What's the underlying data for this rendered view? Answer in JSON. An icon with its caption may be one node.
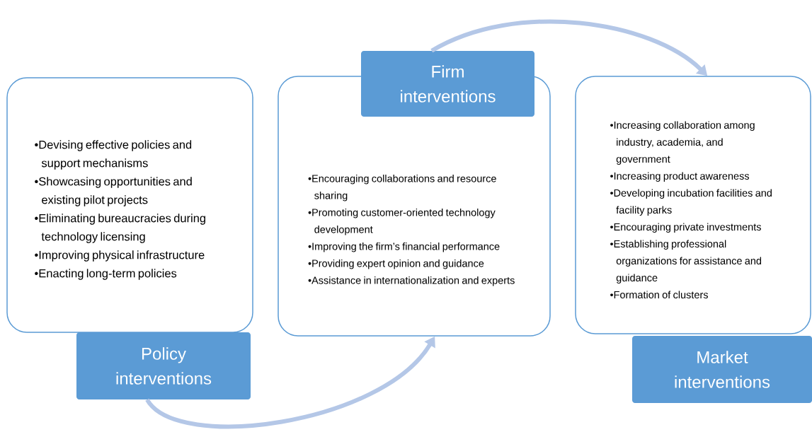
{
  "diagram": {
    "nodes": [
      {
        "text": [
          "•Devising effective policies and support mechanisms",
          "•Showcasing opportunities and existing pilot projects",
          "•Eliminating bureaucracies during technology licensing",
          "•Improving physical infrastructure",
          "•Enacting long-term policies"
        ]
      },
      {
        "text": [
          "Policy interventions"
        ]
      },
      {
        "text": [
          "•Encouraging collaborations and resource sharing",
          "•Promoting customer-oriented technology development",
          "•Improving the firm’s financial performance",
          "•Providing expert opinion and guidance",
          "•Assistance in internationalization and experts"
        ]
      },
      {
        "text": [
          "Firm interventions"
        ]
      },
      {
        "text": [
          "•Increasing collaboration among industry, academia, and government",
          "•Increasing product awareness",
          "•Developing incubation facilities and facility parks",
          "•Encouraging private investments",
          "•Establishing professional organizations for assistance and guidance",
          "•Formation of clusters"
        ]
      },
      {
        "text": [
          "Market interventions"
        ]
      }
    ],
    "edges": [
      {
        "from": 1,
        "to": 2,
        "arrow": "to"
      },
      {
        "from": 3,
        "to": 4,
        "arrow": "to"
      }
    ]
  }
}
